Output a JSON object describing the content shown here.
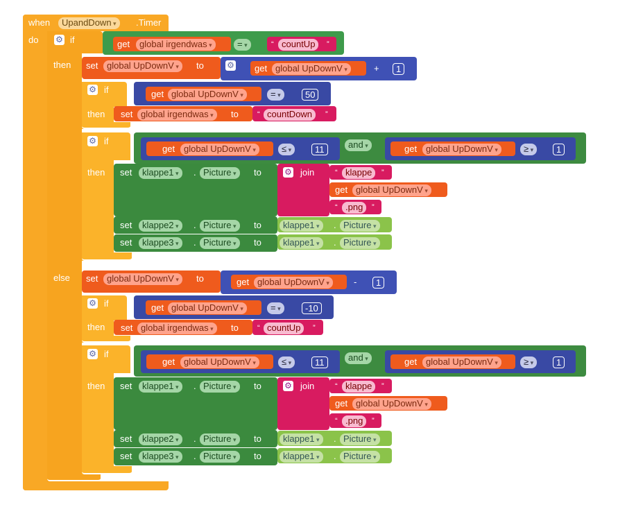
{
  "event": {
    "when": "when",
    "component": "UpandDown",
    "event_name": ".Timer",
    "do": "do"
  },
  "keywords": {
    "if": "if",
    "then": "then",
    "else": "else",
    "set": "set",
    "to": "to",
    "get": "get",
    "join": "join",
    "and": "and"
  },
  "ops": {
    "eq": "=",
    "plus": "+",
    "minus": "-",
    "le": "≤",
    "ge": "≥"
  },
  "vars": {
    "irgendwas": "global irgendwas",
    "updown": "global UpDownV"
  },
  "strings": {
    "countUp": "countUp",
    "countDown": "countDown",
    "klappe": "klappe",
    "png": ".png"
  },
  "numbers": {
    "one": "1",
    "fifty": "50",
    "eleven": "11",
    "minus_ten": "-10"
  },
  "components": {
    "k1": "klappe1",
    "k2": "klappe2",
    "k3": "klappe3"
  },
  "properties": {
    "picture": "Picture"
  },
  "glyphs": {
    "dot": ".",
    "quote": "“",
    "quote_close": "”",
    "gear": "⚙"
  },
  "colors": {
    "event": "#f9a825",
    "control": "#f7a41f",
    "variable": "#ef5b1d",
    "math": "#3f51b5",
    "logic": "#3e9b4b",
    "text": "#d81b60",
    "component": "#3b8a3e",
    "property": "#8bc34a"
  }
}
